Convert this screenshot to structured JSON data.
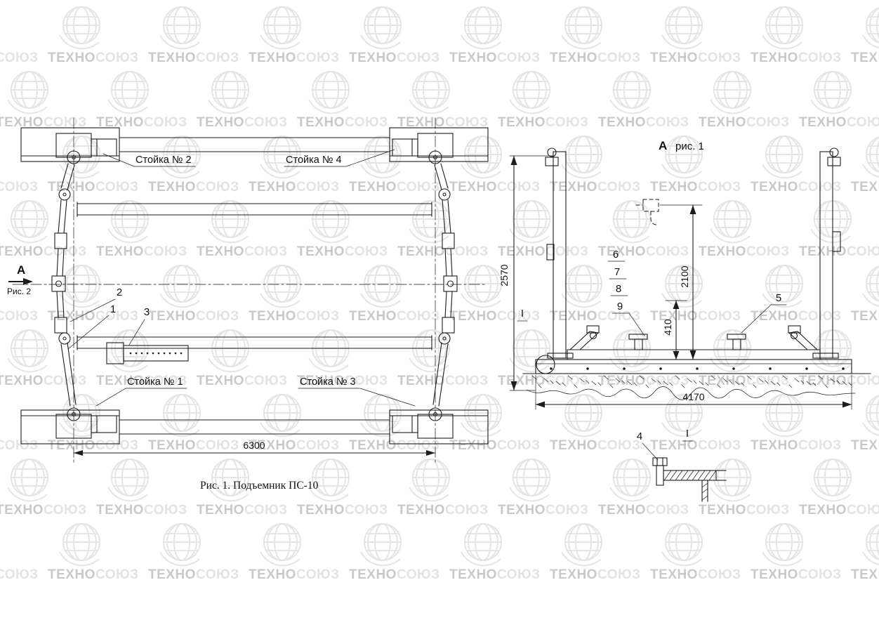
{
  "watermark": {
    "brand_dark": "ТЕХНО",
    "brand_light": "СОЮЗ"
  },
  "figure_plan": {
    "caption": "Рис. 1. Подъемник ПС-10",
    "view_arrow_letter": "А",
    "view_arrow_ref": "Рис. 2",
    "post_labels": {
      "post1": "Стойка № 1",
      "post2": "Стойка № 2",
      "post3": "Стойка № 3",
      "post4": "Стойка № 4"
    },
    "part_labels": {
      "part1": "1",
      "part2": "2",
      "part3": "3"
    },
    "dimensions": {
      "overall_length": "6300"
    }
  },
  "figure_side": {
    "title_letter": "А",
    "title_ref": "рис. 1",
    "section_mark": "I",
    "part_labels": {
      "part4": "4",
      "part5": "5",
      "part6": "6",
      "part7": "7",
      "part8": "8",
      "part9": "9"
    },
    "dimensions": {
      "overall_height": "2570",
      "lift_height": "2100",
      "platform_height": "410",
      "base_length": "4170"
    }
  }
}
